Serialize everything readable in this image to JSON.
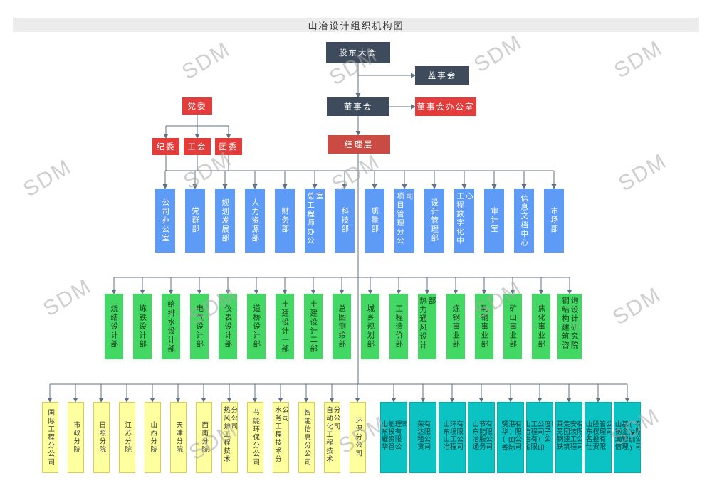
{
  "title": "山冶设计组织机构图",
  "watermark": {
    "text": "SDM"
  },
  "top": {
    "shareholders": "股东大会",
    "supervisory": "监事会",
    "board": "董事会",
    "board_office": "董事会办公室",
    "management": "经理层",
    "party": "党委",
    "party_children": [
      "纪委",
      "工会",
      "团委"
    ]
  },
  "level_departments": [
    "公司办公室",
    "党群部",
    "规划发展部",
    "人力资源部",
    "财务部",
    "总工程师办公室",
    "科技部",
    "质量部",
    "项目管理分公司",
    "设计管理部",
    "工程数字化中心",
    "审计室",
    "信息文档中心",
    "市场部"
  ],
  "level_design": [
    "烧结设计部",
    "炼铁设计部",
    "给排水设计部",
    "电气设计部",
    "仪表设计部",
    "道桥设计部",
    "土建设计一部",
    "土建设计二部",
    "总图测绘部",
    "城乡规划部",
    "工程造价部",
    "热力通风设计部",
    "炼钢事业部",
    "轧钢事业部",
    "矿山事业部",
    "焦化事业部",
    "钢结构建筑咨询设计研究院"
  ],
  "branches": [
    "国际工程分公司",
    "市政分院",
    "日照分院",
    "江苏分院",
    "山西分院",
    "天津分院",
    "西南分院",
    "热风炉工程技术分公司",
    "节能环保分公司",
    "水务工程技术分公司",
    "智能信息分公司",
    "自动化工程技术分公司",
    "环保分公司"
  ],
  "subsidiaries": [
    "山东耀华能投资管理有限公司",
    "荣达租赁有限公司",
    "山东山冶环境工程有限公司",
    "山东冶通节能服务有限公司",
    "赟华(香港)国际有限公司",
    "山冶冶金工程有限公司(印度子公司)",
    "莱芜钢铁集团建筑安装工程有限公司",
    "山东名仕股权投资管理有限公司",
    "山钢瀚信基金管理(深圳)有限公司"
  ],
  "colors": {
    "dark": "#3d4b5c",
    "red": "#e43b3b",
    "management_red": "#c94b44",
    "blue": "#5e9bf7",
    "green": "#43d763",
    "yellow": "#feff9e",
    "teal": "#0bc3c3",
    "line": "#5f7183"
  }
}
